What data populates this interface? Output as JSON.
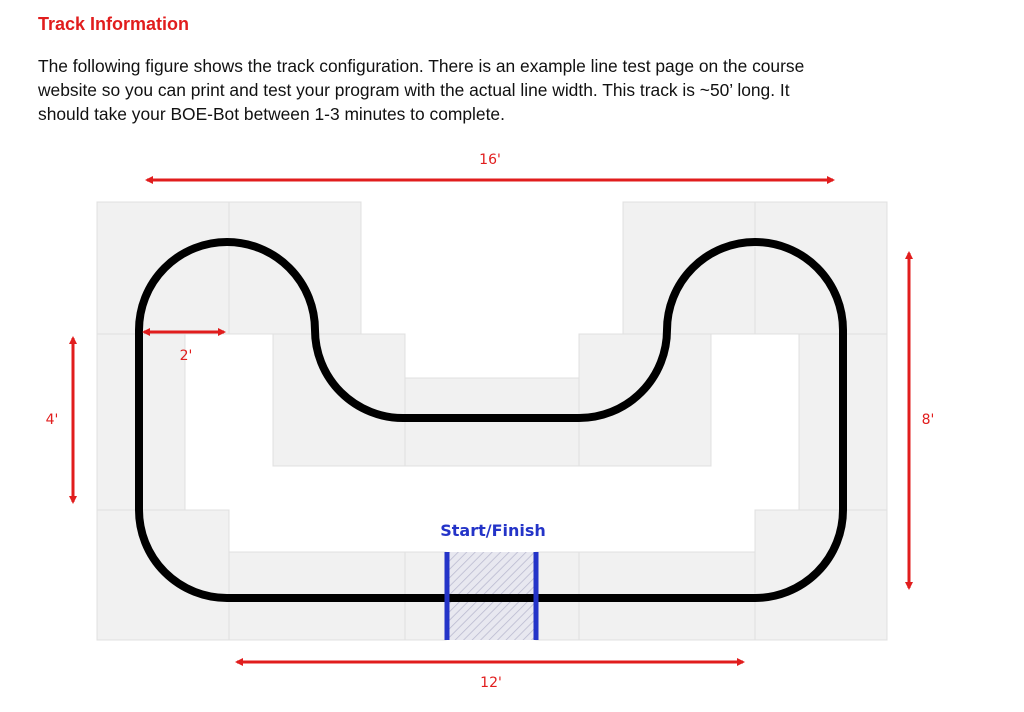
{
  "heading": "Track Information",
  "paragraph": {
    "lines": [
      "The following figure shows the track configuration.  There is an example line test page on the course",
      "website so you can print and test your program with the actual line width.  This track is ~50’ long.  It",
      "should take your BOE-Bot between 1-3 minutes to complete."
    ]
  },
  "diagram": {
    "dimensions": {
      "top": "16'",
      "right": "8'",
      "left": "4'",
      "inner": "2'",
      "bottom": "12'"
    },
    "start_label": "Start/Finish",
    "colors": {
      "dimension": "#e11d1d",
      "track_line": "#000000",
      "tile": "#f1f1f1",
      "start_finish": "#2434c8"
    }
  }
}
